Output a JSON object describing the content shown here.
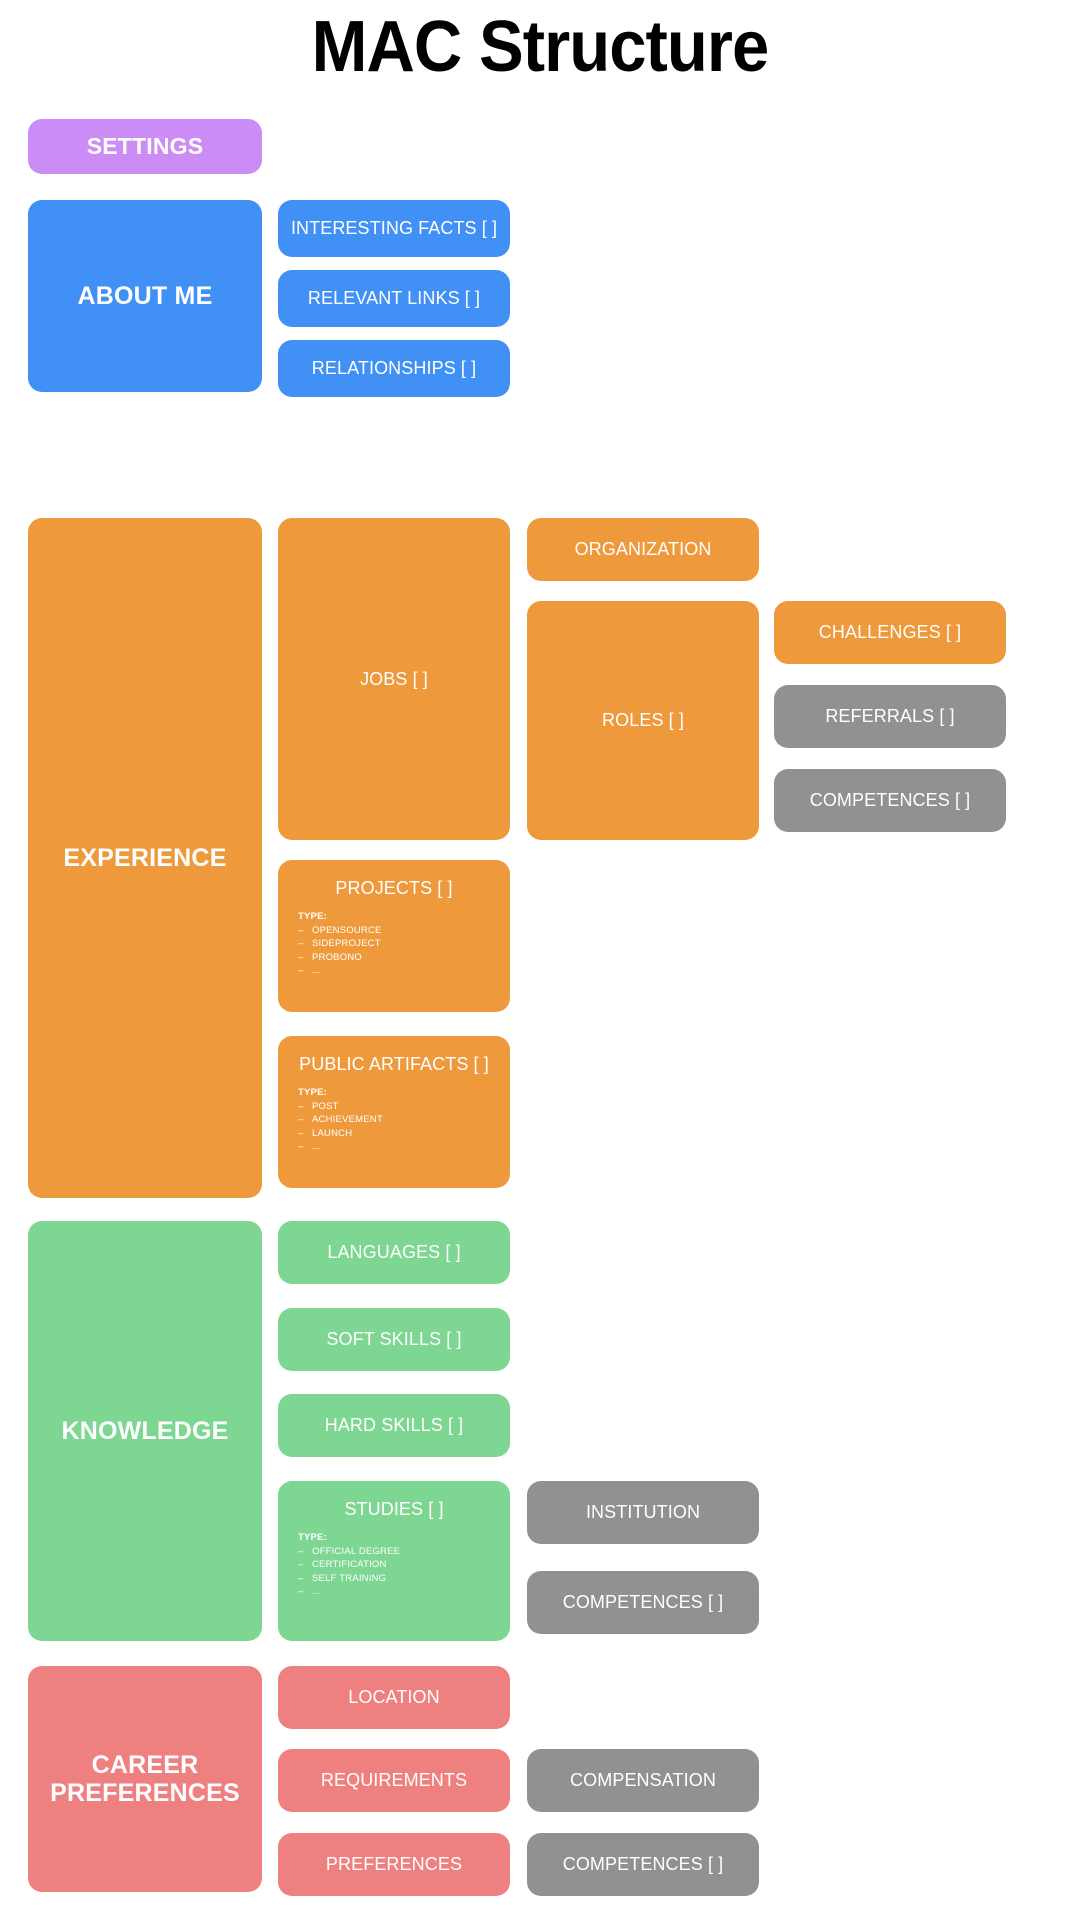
{
  "page": {
    "title": "MAC Structure",
    "background": "#ffffff"
  },
  "colors": {
    "settings_purple": "#cc8cf5",
    "about_blue": "#4190f5",
    "experience_orange": "#ee9a3c",
    "knowledge_green": "#7ed693",
    "career_salmon": "#ef8080",
    "shared_gray": "#919191",
    "text_white": "#ffffff",
    "title_black": "#000000"
  },
  "sections": {
    "settings": {
      "label": "SETTINGS"
    },
    "about_me": {
      "label": "ABOUT ME",
      "children": [
        {
          "label": "INTERESTING FACTS [ ]"
        },
        {
          "label": "RELEVANT LINKS [ ]"
        },
        {
          "label": "RELATIONSHIPS [ ]"
        }
      ]
    },
    "experience": {
      "label": "EXPERIENCE",
      "jobs": {
        "label": "JOBS [ ]"
      },
      "organization": {
        "label": "ORGANIZATION"
      },
      "roles": {
        "label": "ROLES [ ]"
      },
      "challenges": {
        "label": "CHALLENGES [ ]"
      },
      "referrals": {
        "label": "REFERRALS [ ]"
      },
      "competences": {
        "label": "COMPETENCES [ ]"
      },
      "projects": {
        "label": "PROJECTS [ ]",
        "type_label": "TYPE:",
        "types": [
          "OPENSOURCE",
          "SIDEPROJECT",
          "PROBONO",
          "..."
        ]
      },
      "public_artifacts": {
        "label": "PUBLIC ARTIFACTS [ ]",
        "type_label": "TYPE:",
        "types": [
          "POST",
          "ACHIEVEMENT",
          "LAUNCH",
          "..."
        ]
      }
    },
    "knowledge": {
      "label": "KNOWLEDGE",
      "languages": {
        "label": "LANGUAGES [ ]"
      },
      "soft_skills": {
        "label": "SOFT SKILLS [ ]"
      },
      "hard_skills": {
        "label": "HARD SKILLS [ ]"
      },
      "studies": {
        "label": "STUDIES [ ]",
        "type_label": "TYPE:",
        "types": [
          "OFFICIAL DEGREE",
          "CERTIFICATION",
          "SELF TRAINING",
          "..."
        ]
      },
      "institution": {
        "label": "INSTITUTION"
      },
      "competences": {
        "label": "COMPETENCES [ ]"
      }
    },
    "career_preferences": {
      "label": "CAREER PREFERENCES",
      "location": {
        "label": "LOCATION"
      },
      "requirements": {
        "label": "REQUIREMENTS"
      },
      "preferences": {
        "label": "PREFERENCES"
      },
      "compensation": {
        "label": "COMPENSATION"
      },
      "competences": {
        "label": "COMPETENCES [ ]"
      }
    }
  }
}
